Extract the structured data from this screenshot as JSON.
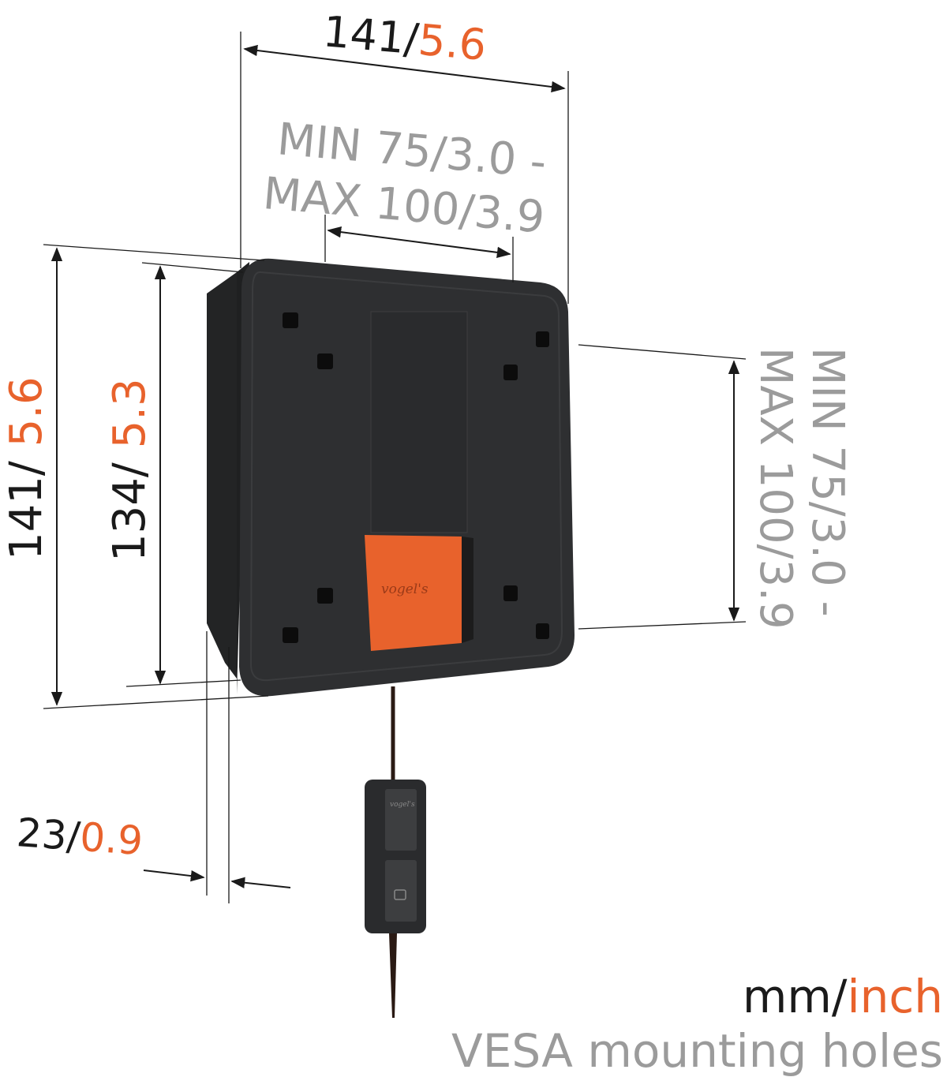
{
  "colors": {
    "accent": "#e8622c",
    "text": "#1a1a1a",
    "muted": "#9b9b9b",
    "product": "#2e2f31"
  },
  "dimensions": {
    "top_width": {
      "mm": "141/",
      "inch": "5.6"
    },
    "vesa_horizontal": {
      "line1": "MIN 75/3.0 -",
      "line2": "MAX 100/3.9"
    },
    "outer_height": {
      "mm": "141/",
      "inch": " 5.6"
    },
    "inner_height": {
      "mm": "134/",
      "inch": " 5.3"
    },
    "vesa_vertical": {
      "line1": "MIN 75/3.0 -",
      "line2": "MAX 100/3.9"
    },
    "depth": {
      "mm": "23/",
      "inch": "0.9"
    }
  },
  "legend": {
    "mm": "mm/",
    "inch": "inch",
    "subtitle": "VESA mounting holes"
  },
  "logo": "vogel's"
}
